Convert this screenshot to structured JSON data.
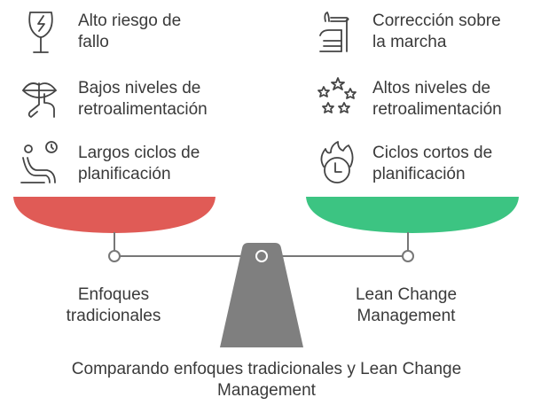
{
  "left_items": [
    {
      "icon": "broken-glass-icon",
      "text_l1": "Alto riesgo de",
      "text_l2": "fallo"
    },
    {
      "icon": "silence-lips-icon",
      "text_l1": "Bajos niveles de",
      "text_l2": "retroalimentación"
    },
    {
      "icon": "waiting-person-clock-icon",
      "text_l1": "Largos ciclos de",
      "text_l2": "planificación"
    }
  ],
  "right_items": [
    {
      "icon": "hand-adjust-icon",
      "text_l1": "Corrección sobre",
      "text_l2": "la marcha"
    },
    {
      "icon": "stars-icon",
      "text_l1": "Altos niveles de",
      "text_l2": "retroalimentación"
    },
    {
      "icon": "fire-clock-icon",
      "text_l1": "Ciclos cortos de",
      "text_l2": "planificación"
    }
  ],
  "left_label": {
    "l1": "Enfoques",
    "l2": "tradicionales"
  },
  "right_label": {
    "l1": "Lean Change",
    "l2": "Management"
  },
  "caption": {
    "l1": "Comparando enfoques tradicionales y Lean Change",
    "l2": "Management"
  },
  "colors": {
    "left_pan": "#e05b56",
    "right_pan": "#3cc482",
    "fulcrum": "#7f7f7f"
  }
}
